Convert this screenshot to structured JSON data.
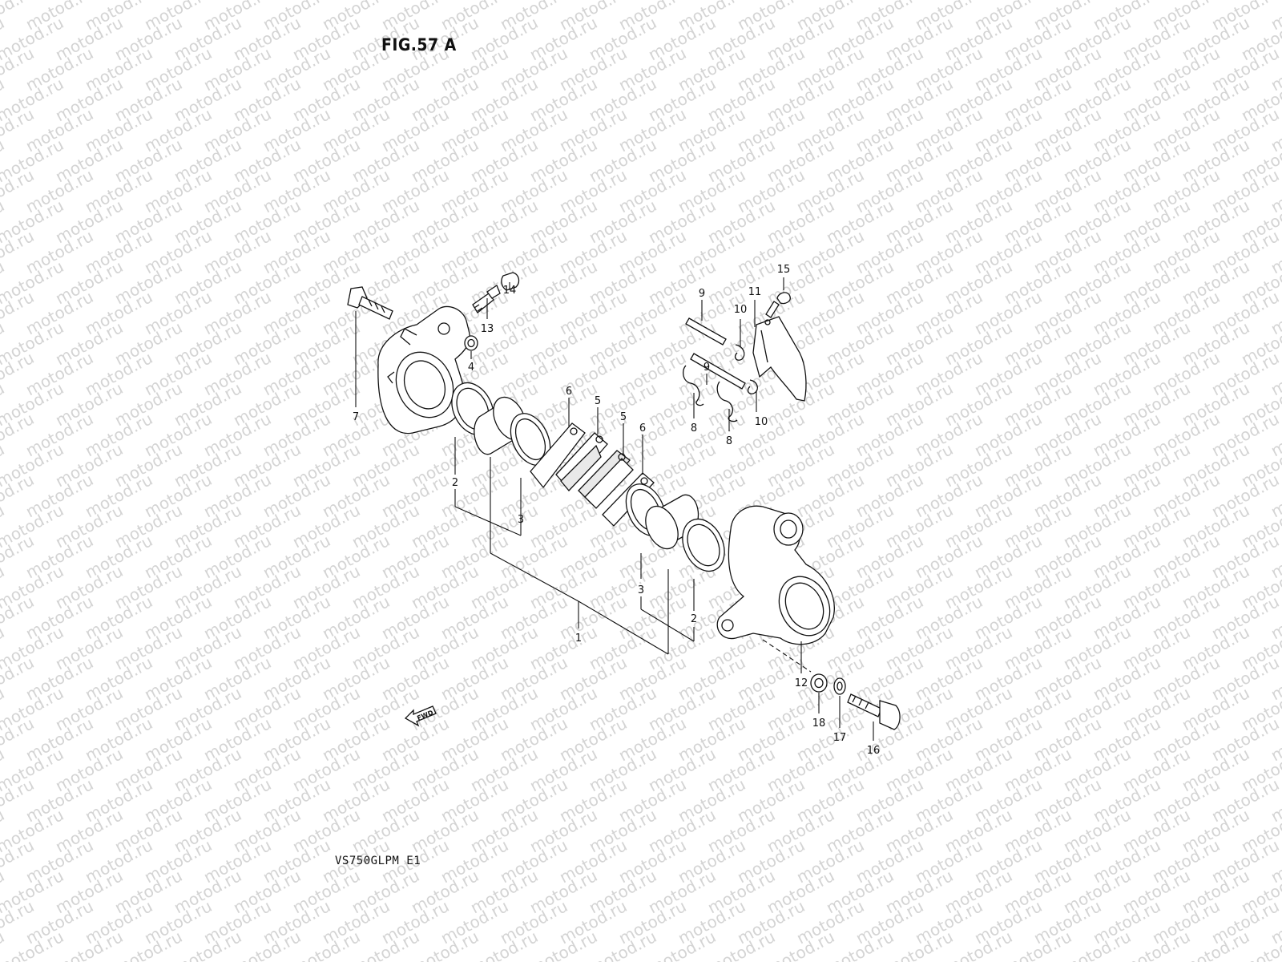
{
  "figure_title": "FIG.57 A",
  "model_code": "VS750GLPM E1",
  "watermark_text": "motod.ru",
  "fwd_label": "FWD",
  "callouts": {
    "c1": "1",
    "c2a": "2",
    "c2b": "2",
    "c3a": "3",
    "c3b": "3",
    "c4": "4",
    "c5a": "5",
    "c5b": "5",
    "c6a": "6",
    "c6b": "6",
    "c7": "7",
    "c8a": "8",
    "c8b": "8",
    "c9a": "9",
    "c9b": "9",
    "c10a": "10",
    "c10b": "10",
    "c11": "11",
    "c12": "12",
    "c13": "13",
    "c14": "14",
    "c15": "15",
    "c16": "16",
    "c17": "17",
    "c18": "18"
  }
}
